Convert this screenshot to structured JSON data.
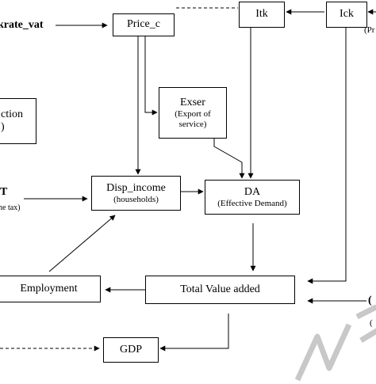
{
  "nodes": {
    "price_c": {
      "label": "Price_c"
    },
    "itk": {
      "label": "Itk"
    },
    "ick": {
      "label": "Ick"
    },
    "exser": {
      "label": "Exser",
      "sub": "(Export of service)"
    },
    "disp_income": {
      "label": "Disp_income",
      "sub": "(households)"
    },
    "da": {
      "label": "DA",
      "sub": "(Effective Demand)"
    },
    "total_value_added": {
      "label": "Total Value added"
    },
    "employment": {
      "label": "Employment"
    },
    "gdp": {
      "label": "GDP"
    },
    "left_box": {
      "label": "ction",
      "sub": ")"
    }
  },
  "labels": {
    "krate_vat": "krate_vat",
    "t_label": "T",
    "income_tax_fragment": "ne tax)",
    "right_edge_top": "(Pr",
    "right_edge_bottom": "(",
    "right_edge_bottom2": "("
  },
  "colors": {
    "line": "#000000",
    "watermark": "#c8c8c8"
  }
}
